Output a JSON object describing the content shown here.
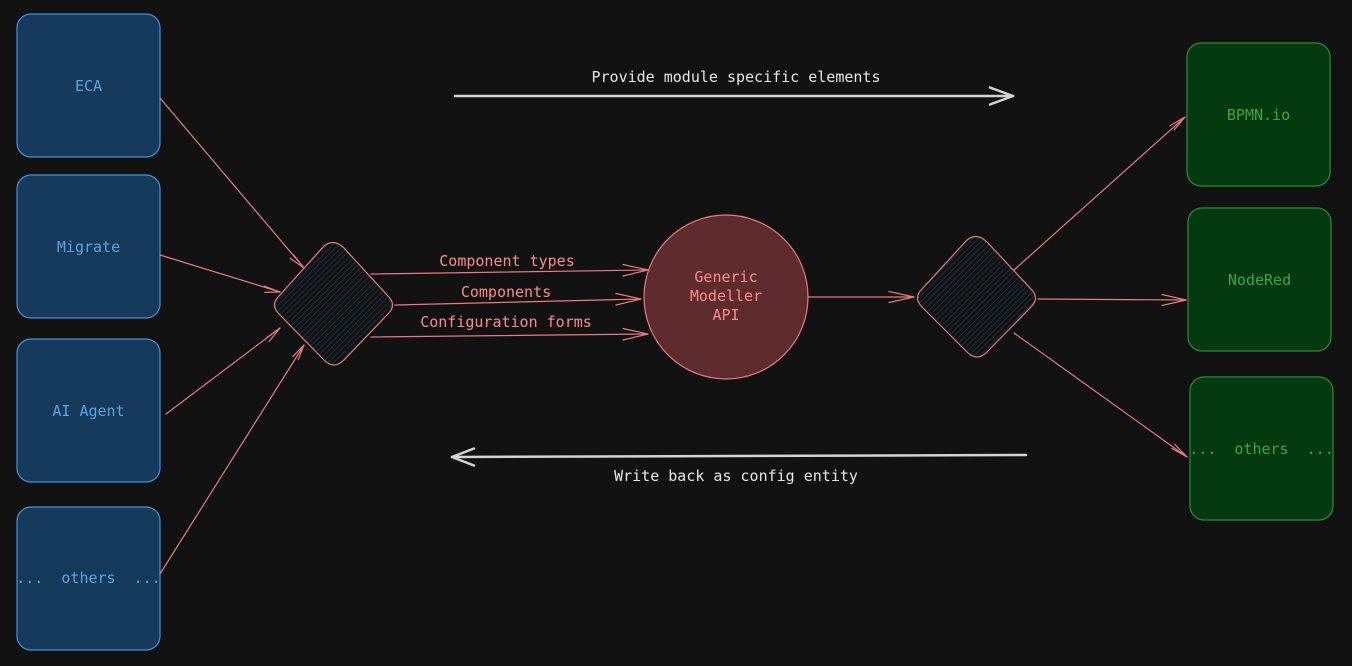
{
  "sources": [
    "ECA",
    "Migrate",
    "AI Agent",
    "...  others  ..."
  ],
  "targets": [
    "BPMN.io",
    "NodeRed",
    "...  others  ..."
  ],
  "hub": {
    "lines": [
      "Generic",
      "Modeller",
      "API"
    ]
  },
  "links": {
    "component_types": "Component types",
    "components": "Components",
    "configuration_forms": "Configuration forms"
  },
  "flows": {
    "provide": "Provide module specific elements",
    "write_back": "Write back as config entity"
  },
  "colors": {
    "background": "#121212",
    "source_fill": "#163a5b",
    "source_stroke": "#4a90d9",
    "source_text": "#5ba3e3",
    "target_fill": "#053a10",
    "target_stroke": "#2f8a37",
    "target_text": "#3fa34b",
    "hub_fill": "#5e2c2f",
    "hub_stroke": "#e87b7b",
    "hub_text": "#ff8c8c",
    "connector": "#e87b7b",
    "flow_arrow": "#d4d4d4",
    "flow_text": "#e6e6e6"
  }
}
